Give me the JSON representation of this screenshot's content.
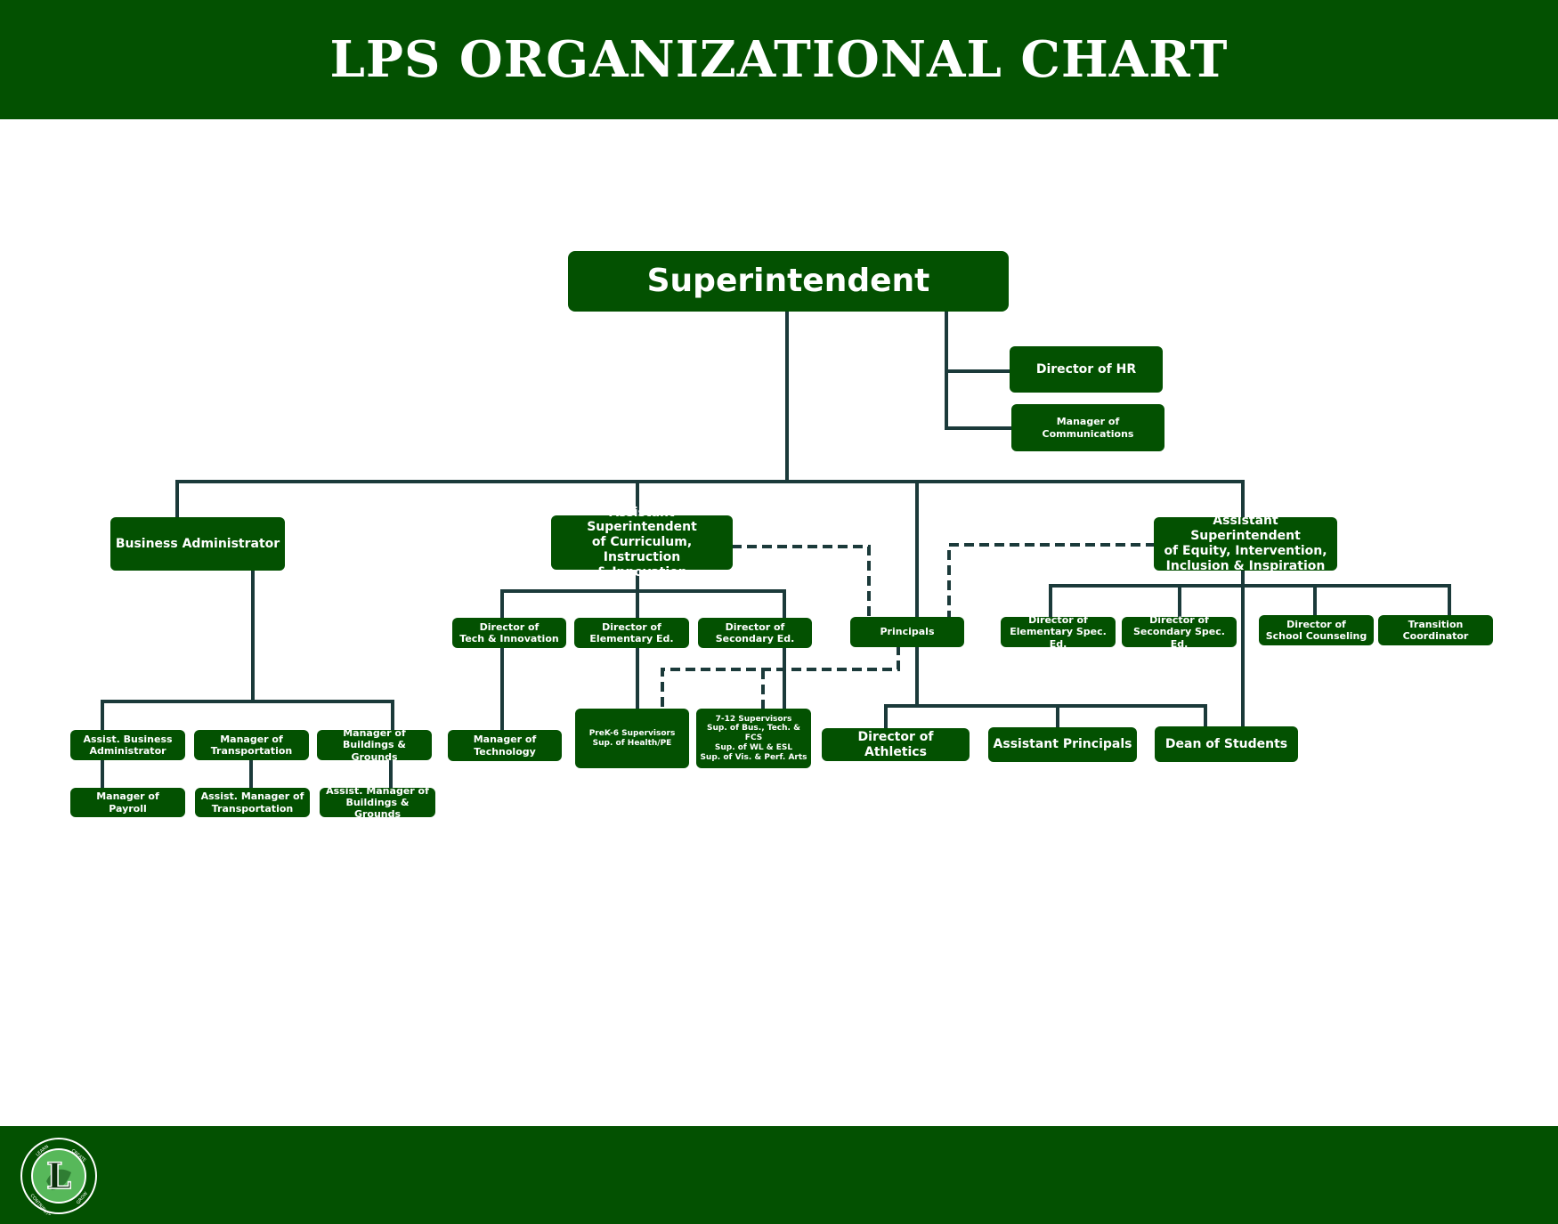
{
  "header": {
    "title": "LPS ORGANIZATIONAL CHART"
  },
  "colors": {
    "brand_green": "#035101",
    "connector": "#1b3a3a",
    "logo_light_green": "#57b85a"
  },
  "nodes": {
    "superintendent": "Superintendent",
    "director_hr": "Director of HR",
    "manager_communications": "Manager of\nCommunications",
    "business_administrator": "Business Administrator",
    "asst_supt_curriculum": "Assistant Superintendent\nof Curriculum, Instruction\n& Innovation",
    "asst_supt_equity": "Assistant Superintendent\nof Equity, Intervention,\nInclusion & Inspiration",
    "director_tech": "Director of\nTech & Innovation",
    "director_elementary": "Director of\nElementary Ed.",
    "director_secondary": "Director of\nSecondary Ed.",
    "principals": "Principals",
    "director_elem_sped": "Director of\nElementary Spec. Ed.",
    "director_sec_sped": "Director of\nSecondary Spec. Ed.",
    "director_counseling": "Director of\nSchool Counseling",
    "transition_coordinator": "Transition\nCoordinator",
    "asst_business_admin": "Assist. Business\nAdministrator",
    "manager_transportation": "Manager of\nTransportation",
    "manager_buildings": "Manager of\nBuildings & Grounds",
    "manager_technology": "Manager of\nTechnology",
    "prek6_supervisors": "PreK-6 Supervisors\nSup. of Health/PE",
    "supervisors_7_12": "7-12 Supervisors\nSup. of Bus., Tech. & FCS\nSup. of WL & ESL\nSup. of Vis. & Perf. Arts",
    "director_athletics": "Director of Athletics",
    "assistant_principals": "Assistant Principals",
    "dean_students": "Dean of Students",
    "manager_payroll": "Manager of\nPayroll",
    "asst_manager_transportation": "Assist. Manager of\nTransportation",
    "asst_manager_buildings": "Assist. Manager of\nBuildings & Grounds"
  },
  "logo": {
    "letter": "L",
    "ring_text": [
      "LEARN",
      "CREATE",
      "CONTRIBUTE",
      "GROW"
    ]
  }
}
